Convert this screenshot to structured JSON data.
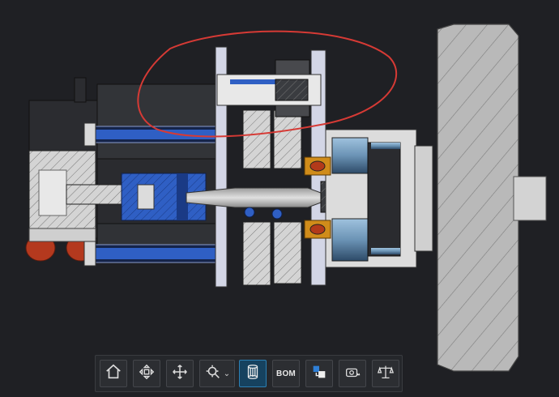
{
  "viewer": {
    "background": "#1f2024",
    "annotation_color": "#d63a35",
    "section_hatch_color": "#c9c9c9",
    "blue_part_color": "#2f5fc4",
    "dark_body_color": "#2a2a2e",
    "bearing_color": "#e0a020"
  },
  "toolbar": {
    "buttons": [
      {
        "name": "home-button",
        "icon": "home-icon"
      },
      {
        "name": "explode-button",
        "icon": "explode-icon"
      },
      {
        "name": "pan-button",
        "icon": "pan-move-icon"
      },
      {
        "name": "zoom-button",
        "icon": "zoom-icon"
      },
      {
        "name": "section-view-button",
        "icon": "section-cylinder-icon",
        "active": true
      },
      {
        "name": "bom-button",
        "label": "BOM"
      },
      {
        "name": "parts-button",
        "icon": "parts-icon"
      },
      {
        "name": "measure-button",
        "icon": "tape-measure-icon"
      },
      {
        "name": "balance-button",
        "icon": "balance-scale-icon"
      }
    ],
    "zoom_dropdown_glyph": "⌄"
  }
}
